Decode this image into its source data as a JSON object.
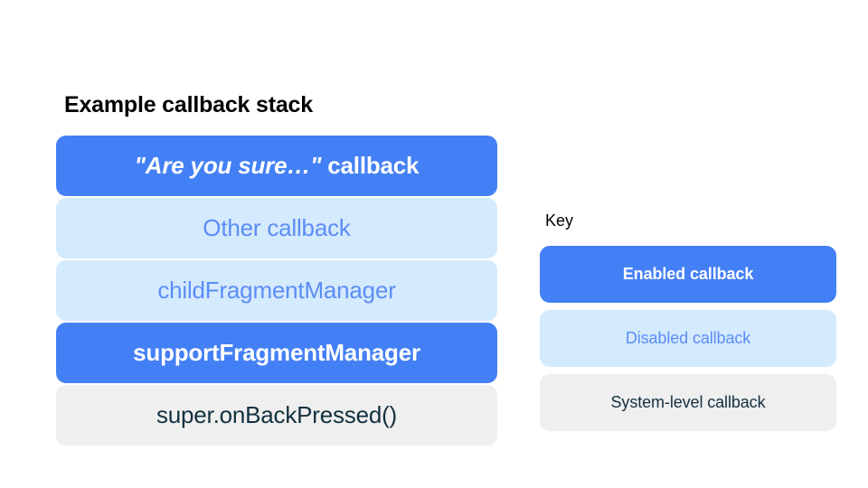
{
  "stack": {
    "title": "Example callback stack",
    "items": [
      {
        "label": "\"Are you sure…\" callback",
        "quoted_part": "\"Are you sure…\"",
        "plain_part": " callback",
        "state": "enabled"
      },
      {
        "label": "Other callback",
        "state": "disabled"
      },
      {
        "label": "childFragmentManager",
        "state": "disabled"
      },
      {
        "label": "supportFragmentManager",
        "state": "enabled"
      },
      {
        "label": "super.onBackPressed()",
        "state": "system"
      }
    ]
  },
  "key": {
    "title": "Key",
    "items": [
      {
        "label": "Enabled callback",
        "state": "enabled"
      },
      {
        "label": "Disabled callback",
        "state": "disabled"
      },
      {
        "label": "System-level callback",
        "state": "system"
      }
    ]
  },
  "colors": {
    "enabled_bg": "#4480f5",
    "enabled_text": "#ffffff",
    "disabled_bg": "#d4eafd",
    "disabled_text": "#5c8df6",
    "system_bg": "#efefef",
    "system_text": "#13303f",
    "page_bg": "#ffffff",
    "title_text": "#000000"
  }
}
